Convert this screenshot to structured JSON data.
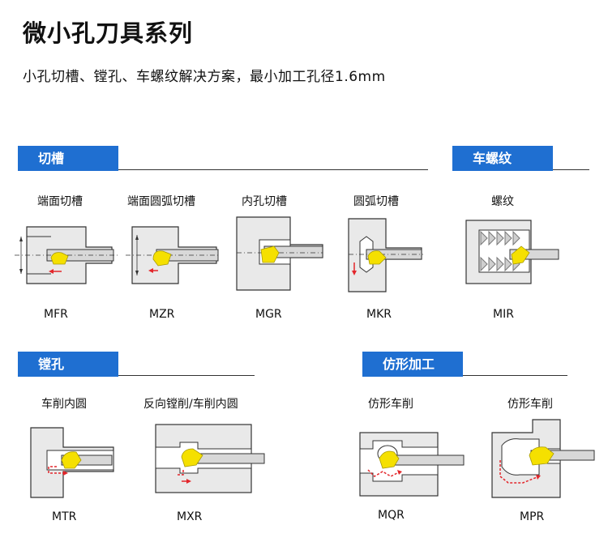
{
  "title": "微小孔刀具系列",
  "subtitle": "小孔切槽、镗孔、车螺纹解决方案，最小加工孔径1.6mm",
  "sections": {
    "grooving": {
      "name": "切槽",
      "items": [
        {
          "label": "端面切槽",
          "code": "MFR"
        },
        {
          "label": "端面圆弧切槽",
          "code": "MZR"
        },
        {
          "label": "内孔切槽",
          "code": "MGR"
        },
        {
          "label": "圆弧切槽",
          "code": "MKR"
        }
      ]
    },
    "threading": {
      "name": "车螺纹",
      "items": [
        {
          "label": "螺纹",
          "code": "MIR"
        }
      ]
    },
    "boring": {
      "name": "镗孔",
      "items": [
        {
          "label": "车削内圆",
          "code": "MTR"
        },
        {
          "label": "反向镗削/车削内圆",
          "code": "MXR"
        }
      ]
    },
    "profiling": {
      "name": "仿形加工",
      "items": [
        {
          "label": "仿形车削",
          "code": "MQR"
        },
        {
          "label": "仿形车削",
          "code": "MPR"
        }
      ]
    }
  },
  "colors": {
    "accent": "#1f6fd1",
    "insert": "#f5e000",
    "arrow": "#e3262b"
  }
}
